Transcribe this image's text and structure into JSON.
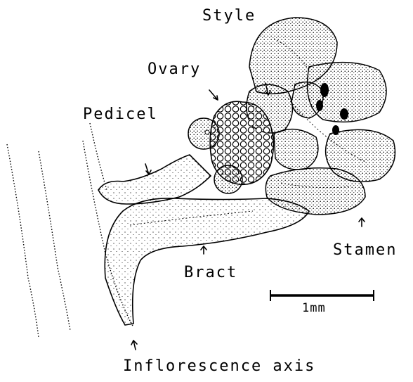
{
  "labels": {
    "style": "Style",
    "ovary": "Ovary",
    "pedicel": "Pedicel",
    "stamen": "Stamen",
    "bract": "Bract",
    "inflorescence_axis": "Inflorescence axis",
    "scale": "1mm"
  },
  "colors": {
    "ink": "#000000",
    "paper": "#ffffff"
  }
}
